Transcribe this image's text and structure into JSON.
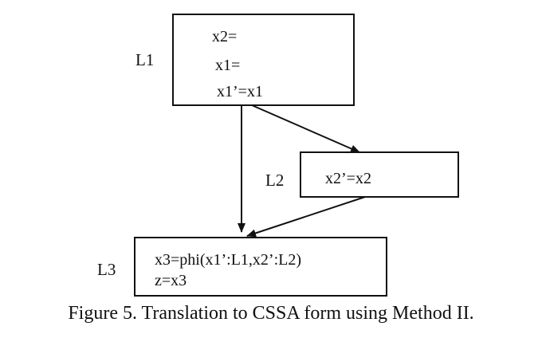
{
  "blocks": {
    "L1": {
      "label": "L1",
      "lines": [
        "x2=",
        "x1=",
        "x1’=x1"
      ]
    },
    "L2": {
      "label": "L2",
      "lines": [
        "x2’=x2"
      ]
    },
    "L3": {
      "label": "L3",
      "lines": [
        "x3=phi(x1’:L1,x2’:L2)",
        "z=x3"
      ]
    }
  },
  "edges": [
    {
      "from": "L1",
      "to": "L2"
    },
    {
      "from": "L1",
      "to": "L3"
    },
    {
      "from": "L2",
      "to": "L3"
    }
  ],
  "caption": "Figure 5. Translation to CSSA form using Method II."
}
